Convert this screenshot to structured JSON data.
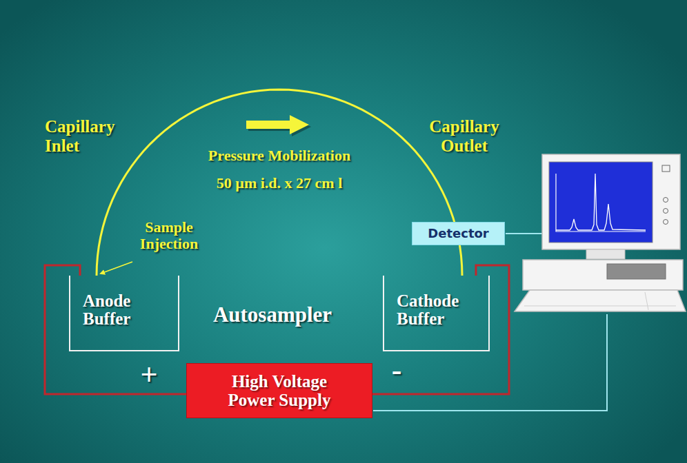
{
  "diagram": {
    "nodes": [
      {
        "text": [
          "Detector"
        ]
      },
      {
        "text": [
          "Anode Buffer"
        ]
      },
      {
        "text": [
          "Cathode Buffer"
        ]
      },
      {
        "text": [
          "High Voltage Power Supply"
        ]
      }
    ],
    "edges": [
      {
        "from": 1,
        "to": 2,
        "arrow": "none"
      },
      {
        "from": 3,
        "to": 1,
        "arrow": "none"
      },
      {
        "from": 3,
        "to": 2,
        "arrow": "none"
      }
    ],
    "labels": [
      "Capillary Inlet",
      "Pressure Mobilization",
      "50 µm i.d. x 27 cm l",
      "Capillary Outlet",
      "Sample Injection",
      "Autosampler",
      "+",
      "-"
    ]
  }
}
